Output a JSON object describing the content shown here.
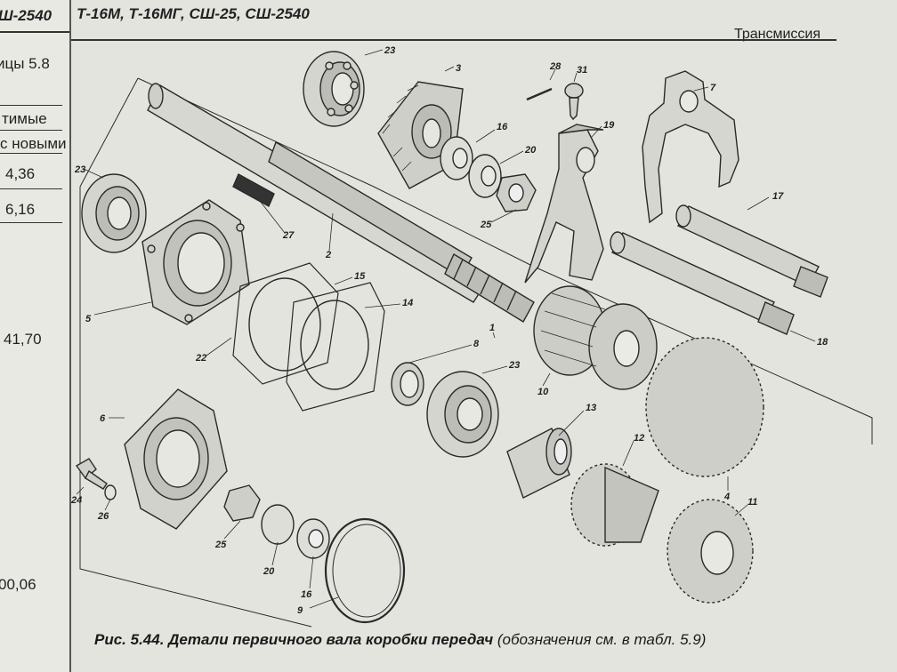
{
  "left_page": {
    "header": "Ш-2540",
    "table_ref": "ицы 5.8",
    "col_header_1": "тимые",
    "col_header_2": "с новыми",
    "values": [
      "4,36",
      "6,16",
      "41,70",
      "00,06"
    ]
  },
  "right_page": {
    "header_left": "Т-16М, Т-16МГ, СШ-25, СШ-2540",
    "header_right": "Трансмиссия",
    "caption_bold": "Рис. 5.44. Детали первичного вала коробки передач",
    "caption_rest": "(обозначения см. в табл. 5.9)"
  },
  "parts": [
    {
      "label": "23"
    },
    {
      "label": "3"
    },
    {
      "label": "28"
    },
    {
      "label": "31"
    },
    {
      "label": "7"
    },
    {
      "label": "16"
    },
    {
      "label": "19"
    },
    {
      "label": "20"
    },
    {
      "label": "23"
    },
    {
      "label": "25"
    },
    {
      "label": "27"
    },
    {
      "label": "17"
    },
    {
      "label": "2"
    },
    {
      "label": "15"
    },
    {
      "label": "5"
    },
    {
      "label": "14"
    },
    {
      "label": "22"
    },
    {
      "label": "1"
    },
    {
      "label": "18"
    },
    {
      "label": "8"
    },
    {
      "label": "23"
    },
    {
      "label": "10"
    },
    {
      "label": "13"
    },
    {
      "label": "6"
    },
    {
      "label": "12"
    },
    {
      "label": "4"
    },
    {
      "label": "24"
    },
    {
      "label": "26"
    },
    {
      "label": "11"
    },
    {
      "label": "25"
    },
    {
      "label": "20"
    },
    {
      "label": "16"
    },
    {
      "label": "9"
    }
  ]
}
